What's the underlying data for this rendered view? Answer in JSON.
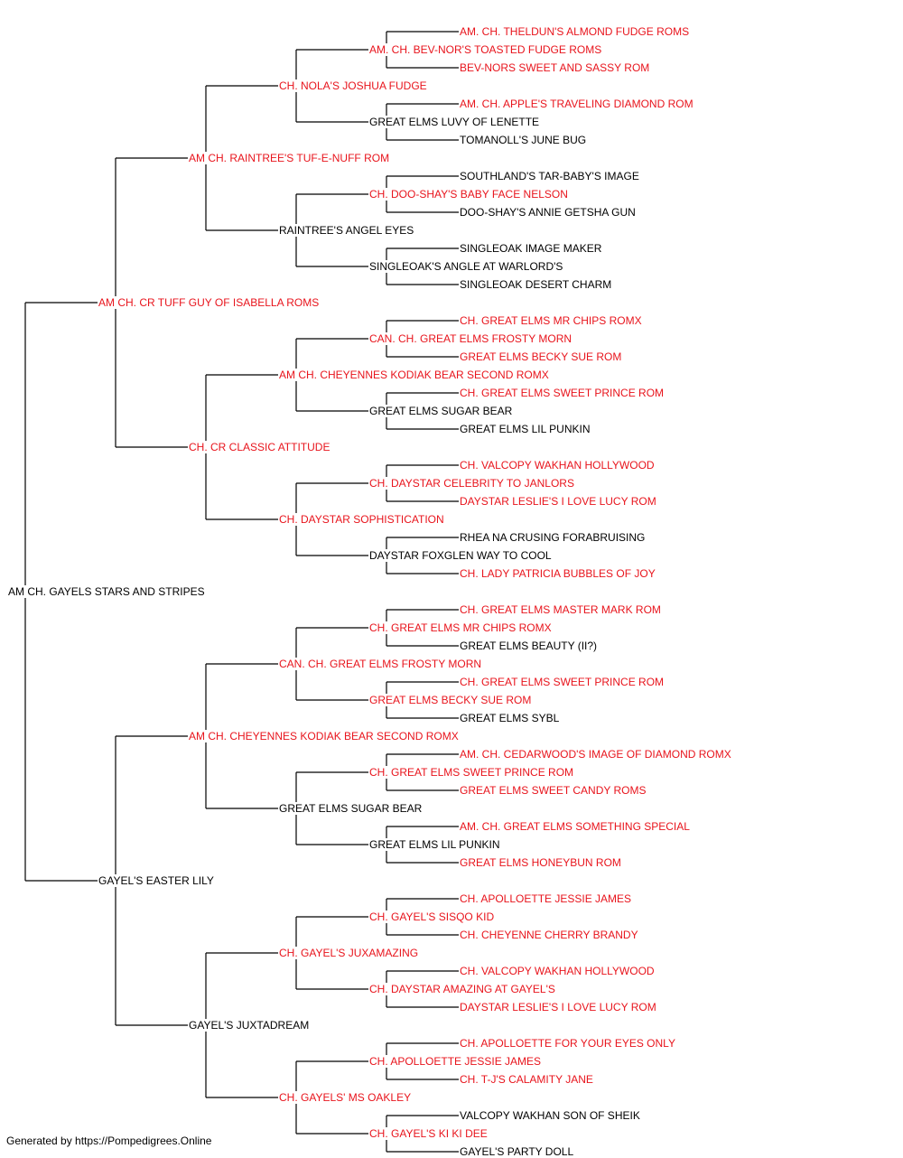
{
  "colors": {
    "champion": "#e8141c",
    "normal": "#000000",
    "line": "#000000"
  },
  "footer": "Generated by https://Pompedigrees.Online",
  "pedigree": {
    "name": "AM CH. GAYELS STARS AND STRIPES",
    "champion": false,
    "sire": {
      "name": "AM CH. CR TUFF GUY OF ISABELLA ROMS",
      "champion": true,
      "sire": {
        "name": "AM CH. RAINTREE'S TUF-E-NUFF ROM",
        "champion": true,
        "sire": {
          "name": "CH. NOLA'S JOSHUA FUDGE",
          "champion": true,
          "sire": {
            "name": "AM. CH. BEV-NOR'S TOASTED FUDGE ROMS",
            "champion": true,
            "sire": {
              "name": "AM. CH. THELDUN'S ALMOND FUDGE ROMS",
              "champion": true
            },
            "dam": {
              "name": "BEV-NORS SWEET AND SASSY ROM",
              "champion": true
            }
          },
          "dam": {
            "name": "GREAT ELMS LUVY OF LENETTE",
            "champion": false,
            "sire": {
              "name": "AM. CH. APPLE'S TRAVELING DIAMOND ROM",
              "champion": true
            },
            "dam": {
              "name": "TOMANOLL'S JUNE BUG",
              "champion": false
            }
          }
        },
        "dam": {
          "name": "RAINTREE'S ANGEL EYES",
          "champion": false,
          "sire": {
            "name": "CH. DOO-SHAY'S BABY FACE NELSON",
            "champion": true,
            "sire": {
              "name": "SOUTHLAND'S TAR-BABY'S IMAGE",
              "champion": false
            },
            "dam": {
              "name": "DOO-SHAY'S ANNIE GETSHA GUN",
              "champion": false
            }
          },
          "dam": {
            "name": "SINGLEOAK'S ANGLE AT WARLORD'S",
            "champion": false,
            "sire": {
              "name": "SINGLEOAK IMAGE MAKER",
              "champion": false
            },
            "dam": {
              "name": "SINGLEOAK DESERT CHARM",
              "champion": false
            }
          }
        }
      },
      "dam": {
        "name": "CH. CR CLASSIC ATTITUDE",
        "champion": true,
        "sire": {
          "name": "AM CH. CHEYENNES KODIAK BEAR SECOND ROMX",
          "champion": true,
          "sire": {
            "name": "CAN. CH. GREAT ELMS FROSTY MORN",
            "champion": true,
            "sire": {
              "name": "CH. GREAT ELMS MR CHIPS ROMX",
              "champion": true
            },
            "dam": {
              "name": "GREAT ELMS BECKY SUE ROM",
              "champion": true
            }
          },
          "dam": {
            "name": "GREAT ELMS SUGAR BEAR",
            "champion": false,
            "sire": {
              "name": "CH. GREAT ELMS SWEET PRINCE ROM",
              "champion": true
            },
            "dam": {
              "name": "GREAT ELMS LIL PUNKIN",
              "champion": false
            }
          }
        },
        "dam": {
          "name": "CH. DAYSTAR SOPHISTICATION",
          "champion": true,
          "sire": {
            "name": "CH. DAYSTAR CELEBRITY TO JANLORS",
            "champion": true,
            "sire": {
              "name": "CH. VALCOPY WAKHAN HOLLYWOOD",
              "champion": true
            },
            "dam": {
              "name": "DAYSTAR LESLIE'S I LOVE LUCY ROM",
              "champion": true
            }
          },
          "dam": {
            "name": "DAYSTAR FOXGLEN WAY TO COOL",
            "champion": false,
            "sire": {
              "name": "RHEA NA CRUSING FORABRUISING",
              "champion": false
            },
            "dam": {
              "name": "CH. LADY PATRICIA BUBBLES OF JOY",
              "champion": true
            }
          }
        }
      }
    },
    "dam": {
      "name": "GAYEL'S EASTER LILY",
      "champion": false,
      "sire": {
        "name": "AM CH. CHEYENNES KODIAK BEAR SECOND ROMX",
        "champion": true,
        "sire": {
          "name": "CAN. CH. GREAT ELMS FROSTY MORN",
          "champion": true,
          "sire": {
            "name": "CH. GREAT ELMS MR CHIPS ROMX",
            "champion": true,
            "sire": {
              "name": "CH. GREAT ELMS MASTER MARK ROM",
              "champion": true
            },
            "dam": {
              "name": "GREAT ELMS BEAUTY (II?)",
              "champion": false
            }
          },
          "dam": {
            "name": "GREAT ELMS BECKY SUE ROM",
            "champion": true,
            "sire": {
              "name": "CH. GREAT ELMS SWEET PRINCE ROM",
              "champion": true
            },
            "dam": {
              "name": "GREAT ELMS SYBL",
              "champion": false
            }
          }
        },
        "dam": {
          "name": "GREAT ELMS SUGAR BEAR",
          "champion": false,
          "sire": {
            "name": "CH. GREAT ELMS SWEET PRINCE ROM",
            "champion": true,
            "sire": {
              "name": "AM. CH. CEDARWOOD'S IMAGE OF DIAMOND ROMX",
              "champion": true
            },
            "dam": {
              "name": "GREAT ELMS SWEET CANDY ROMS",
              "champion": true
            }
          },
          "dam": {
            "name": "GREAT ELMS LIL PUNKIN",
            "champion": false,
            "sire": {
              "name": "AM. CH. GREAT ELMS SOMETHING SPECIAL",
              "champion": true
            },
            "dam": {
              "name": "GREAT ELMS HONEYBUN ROM",
              "champion": true
            }
          }
        }
      },
      "dam": {
        "name": "GAYEL'S JUXTADREAM",
        "champion": false,
        "sire": {
          "name": "CH. GAYEL'S JUXAMAZING",
          "champion": true,
          "sire": {
            "name": "CH. GAYEL'S SISQO KID",
            "champion": true,
            "sire": {
              "name": "CH. APOLLOETTE JESSIE JAMES",
              "champion": true
            },
            "dam": {
              "name": "CH. CHEYENNE CHERRY BRANDY",
              "champion": true
            }
          },
          "dam": {
            "name": "CH. DAYSTAR AMAZING AT GAYEL'S",
            "champion": true,
            "sire": {
              "name": "CH. VALCOPY WAKHAN HOLLYWOOD",
              "champion": true
            },
            "dam": {
              "name": "DAYSTAR LESLIE'S I LOVE LUCY ROM",
              "champion": true
            }
          }
        },
        "dam": {
          "name": "CH. GAYELS' MS OAKLEY",
          "champion": true,
          "sire": {
            "name": "CH. APOLLOETTE JESSIE JAMES",
            "champion": true,
            "sire": {
              "name": "CH. APOLLOETTE FOR YOUR EYES ONLY",
              "champion": true
            },
            "dam": {
              "name": "CH. T-J'S CALAMITY JANE",
              "champion": true
            }
          },
          "dam": {
            "name": "CH. GAYEL'S KI KI DEE",
            "champion": true,
            "sire": {
              "name": "VALCOPY WAKHAN SON OF SHEIK",
              "champion": false
            },
            "dam": {
              "name": "GAYEL'S PARTY DOLL",
              "champion": false
            }
          }
        }
      }
    }
  }
}
